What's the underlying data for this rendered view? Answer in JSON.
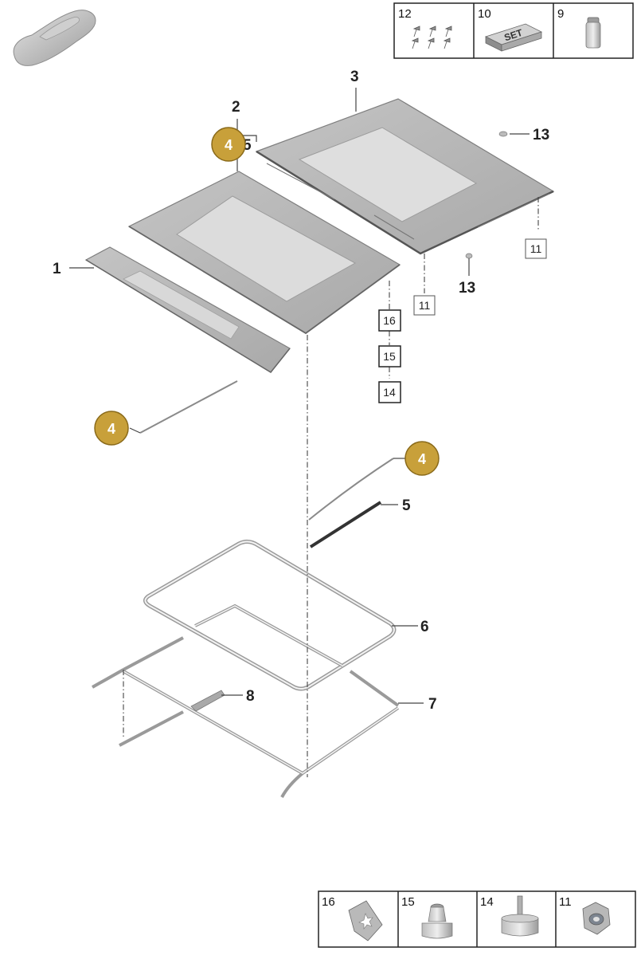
{
  "callouts": {
    "p1": "1",
    "p2": "2",
    "p3": "3",
    "p5_top": "5",
    "p5": "5",
    "p6": "6",
    "p7": "7",
    "p8": "8",
    "p13_a": "13",
    "p13_b": "13"
  },
  "badges": {
    "top": "4",
    "left": "4",
    "right": "4"
  },
  "boxed_refs": {
    "b11_a": "11",
    "b11_b": "11",
    "b16": "16",
    "b15": "15",
    "b14": "14"
  },
  "top_legend": {
    "cells": [
      {
        "num": "12",
        "icon": "screw-set-icon"
      },
      {
        "num": "10",
        "icon": "set-box-icon",
        "text": "SET"
      },
      {
        "num": "9",
        "icon": "adhesive-tube-icon"
      }
    ]
  },
  "bottom_legend": {
    "cells": [
      {
        "num": "16",
        "icon": "star-clip-icon"
      },
      {
        "num": "15",
        "icon": "knob-cap-icon"
      },
      {
        "num": "14",
        "icon": "stud-knob-icon"
      },
      {
        "num": "11",
        "icon": "hex-nut-icon"
      }
    ]
  },
  "colors": {
    "badge": "#c8a03a",
    "badge_border": "#8a6a1a",
    "panel": "#b8b8b8",
    "glass": "#dddddd"
  }
}
